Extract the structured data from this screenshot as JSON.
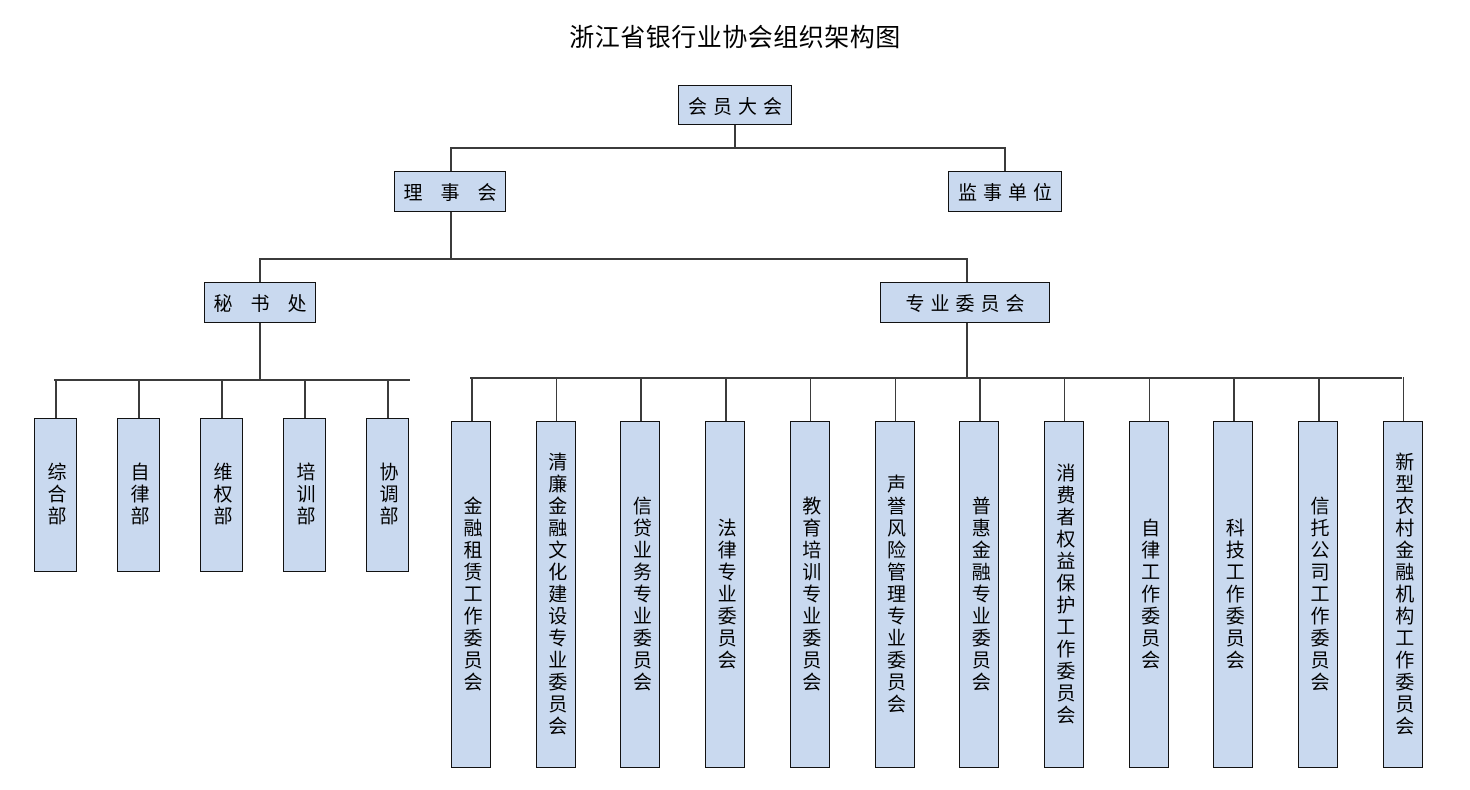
{
  "title": "浙江省银行业协会组织架构图",
  "theme": {
    "node_fill": "#c9d9ef",
    "node_border": "#121212",
    "connector": "#3b3b3b",
    "background": "#ffffff",
    "text": "#000000"
  },
  "chart_data": {
    "type": "diagram",
    "diagram_type": "org-chart",
    "title": "浙江省银行业协会组织架构图",
    "levels": 4,
    "nodes": [
      {
        "id": "n0",
        "label": "会员大会",
        "level": 0,
        "parent": null
      },
      {
        "id": "n1",
        "label": "理 事 会",
        "level": 1,
        "parent": "n0"
      },
      {
        "id": "n2",
        "label": "监事单位",
        "level": 1,
        "parent": "n0"
      },
      {
        "id": "n3",
        "label": "秘 书 处",
        "level": 2,
        "parent": "n1"
      },
      {
        "id": "n4",
        "label": "专业委员会",
        "level": 2,
        "parent": "n1"
      }
    ],
    "edges": [
      {
        "from": "n0",
        "to": "n1"
      },
      {
        "from": "n0",
        "to": "n2"
      },
      {
        "from": "n1",
        "to": "n3"
      },
      {
        "from": "n1",
        "to": "n4"
      },
      {
        "from": "n3",
        "to": "departments"
      },
      {
        "from": "n4",
        "to": "committees"
      }
    ]
  },
  "root": {
    "label": "会员大会"
  },
  "level1": {
    "board": {
      "label": "理 事 会"
    },
    "supervisor": {
      "label": "监事单位"
    }
  },
  "level2": {
    "secretariat": {
      "label": "秘 书 处"
    },
    "committees_parent": {
      "label": "专业委员会"
    }
  },
  "departments": [
    {
      "label": "综合部"
    },
    {
      "label": "自律部"
    },
    {
      "label": "维权部"
    },
    {
      "label": "培训部"
    },
    {
      "label": "协调部"
    }
  ],
  "committees": [
    {
      "label": "金融租赁工作委员会"
    },
    {
      "label": "清廉金融文化建设专业委员会"
    },
    {
      "label": "信贷业务专业委员会"
    },
    {
      "label": "法律专业委员会"
    },
    {
      "label": "教育培训专业委员会"
    },
    {
      "label": "声誉风险管理专业委员会"
    },
    {
      "label": "普惠金融专业委员会"
    },
    {
      "label": "消费者权益保护工作委员会"
    },
    {
      "label": "自律工作委员会"
    },
    {
      "label": "科技工作委员会"
    },
    {
      "label": "信托公司工作委员会"
    },
    {
      "label": "新型农村金融机构工作委员会"
    }
  ]
}
